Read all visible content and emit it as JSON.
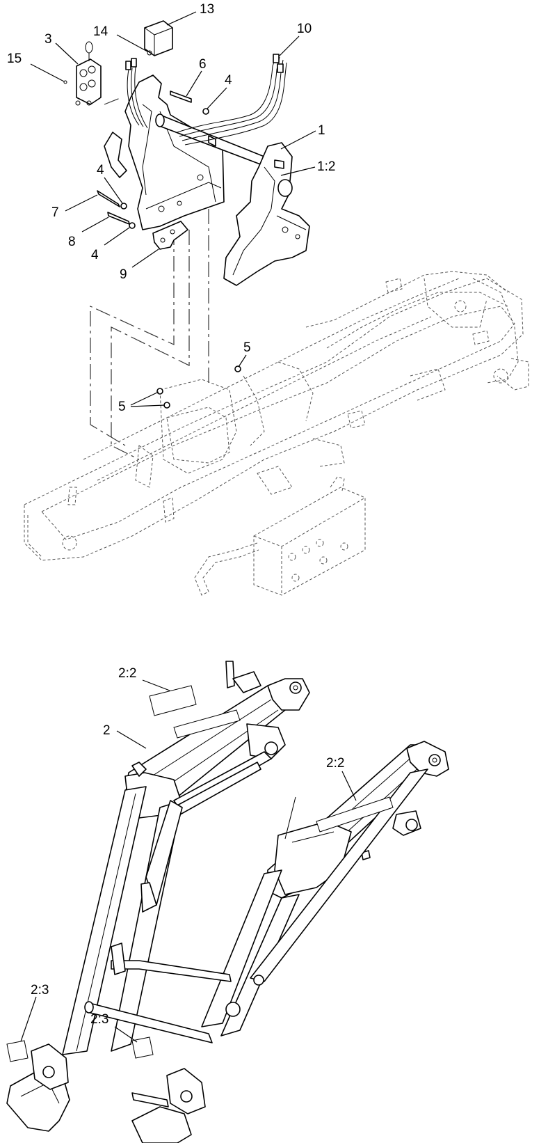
{
  "diagram": {
    "top_assembly_callouts": [
      {
        "id": "c13",
        "label": "13"
      },
      {
        "id": "c14",
        "label": "14"
      },
      {
        "id": "c3",
        "label": "3"
      },
      {
        "id": "c15",
        "label": "15"
      },
      {
        "id": "c6",
        "label": "6"
      },
      {
        "id": "c4a",
        "label": "4"
      },
      {
        "id": "c10",
        "label": "10"
      },
      {
        "id": "c1",
        "label": "1"
      },
      {
        "id": "c1_2",
        "label": "1:2"
      },
      {
        "id": "c4b",
        "label": "4"
      },
      {
        "id": "c7",
        "label": "7"
      },
      {
        "id": "c8",
        "label": "8"
      },
      {
        "id": "c4c",
        "label": "4"
      },
      {
        "id": "c9",
        "label": "9"
      },
      {
        "id": "c5a",
        "label": "5"
      },
      {
        "id": "c5b",
        "label": "5"
      }
    ],
    "bottom_assembly_callouts": [
      {
        "id": "c2_2a",
        "label": "2:2"
      },
      {
        "id": "c2",
        "label": "2"
      },
      {
        "id": "c2_2b",
        "label": "2:2"
      },
      {
        "id": "c2_3a",
        "label": "2:3"
      },
      {
        "id": "c2_3b",
        "label": "2:3"
      }
    ]
  }
}
